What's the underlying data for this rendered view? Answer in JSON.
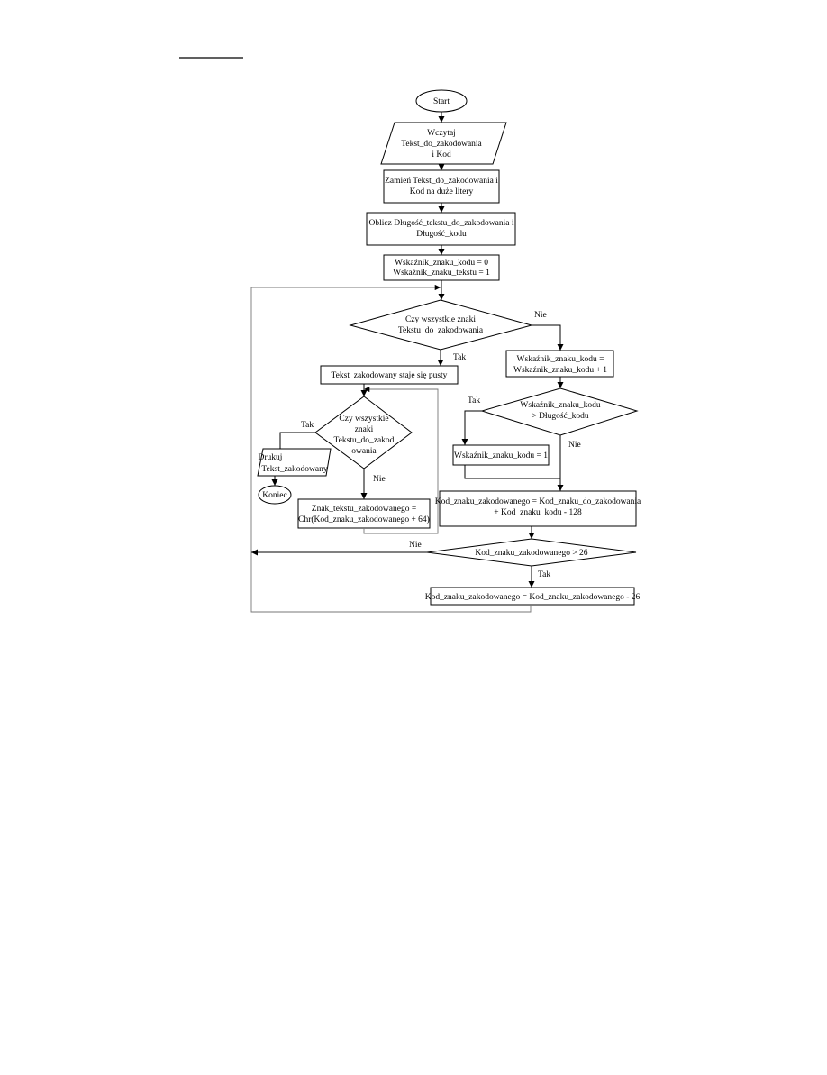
{
  "colors": {
    "background": "#ffffff",
    "stroke": "#000000",
    "loop_stroke": "#777777"
  },
  "nodes": {
    "start": [
      "Start"
    ],
    "read_input": [
      "Wczytaj",
      "Tekst_do_zakodowania",
      "i Kod"
    ],
    "to_upper": [
      "Zamień Tekst_do_zakodowania i",
      "Kod na duże litery"
    ],
    "calc_lengths": [
      "Oblicz Długość_tekstu_do_zakodowania i",
      "Długość_kodu"
    ],
    "init_pointers": [
      "Wskaźnik_znaku_kodu = 0",
      "Wskaźnik_znaku_tekstu = 1"
    ],
    "check_all_chars": [
      "Czy wszystkie znaki",
      "Tekstu_do_zakodowania"
    ],
    "set_empty": [
      "Tekst_zakodowany staje się pusty"
    ],
    "check_all_chars_2": [
      "Czy wszystkie",
      "znaki",
      "Tekstu_do_zakod",
      "owania"
    ],
    "print_output": [
      "Drukuj",
      "Tekst_zakodowany"
    ],
    "end": [
      "Koniec"
    ],
    "char_from_code": [
      "Znak_tekstu_zakodowanego =",
      "Chr(Kod_znaku_zakodowanego + 64)"
    ],
    "increment_code_pointer": [
      "Wskaźnik_znaku_kodu =",
      "Wskaźnik_znaku_kodu + 1"
    ],
    "check_code_pointer": [
      "Wskaźnik_znaku_kodu",
      "> Długość_kodu"
    ],
    "reset_code_pointer": [
      "Wskaźnik_znaku_kodu = 1"
    ],
    "compute_code": [
      "Kod_znaku_zakodowanego = Kod_znaku_do_zakodowania",
      "+ Kod_znaku_kodu - 128"
    ],
    "check_gt_26": [
      "Kod_znaku_zakodowanego > 26"
    ],
    "subtract_26": [
      "Kod_znaku_zakodowanego = Kod_znaku_zakodowanego - 26"
    ]
  },
  "edge_labels": {
    "check1_no": "Nie",
    "check1_yes": "Tak",
    "check2_yes": "Tak",
    "check2_no": "Nie",
    "pointer_yes": "Tak",
    "pointer_no": "Nie",
    "gt26_no": "Nie",
    "gt26_yes": "Tak"
  }
}
